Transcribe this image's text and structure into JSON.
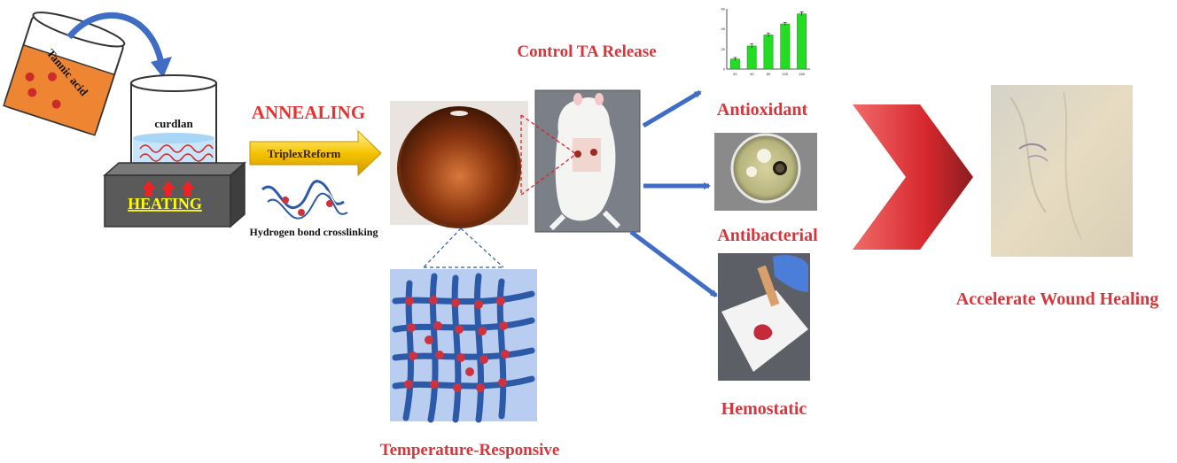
{
  "left_process": {
    "beaker_label": "Tannic acid",
    "container_label": "curdlan",
    "heater_label": "HEATING",
    "step_label": "ANNEALING",
    "arrow_label": "TriplexReform",
    "crosslink_label": "Hydrogen bond crosslinking"
  },
  "center": {
    "network_label": "Temperature-Responsive",
    "release_label": "Control TA Release"
  },
  "effects": {
    "antioxidant": "Antioxidant",
    "antibacterial": "Antibacterial",
    "hemostatic": "Hemostatic"
  },
  "outcome": {
    "label": "Accelerate Wound Healing"
  },
  "colors": {
    "label_red": "#d9353b",
    "annealing_red": "#e8322f",
    "arrow_blue": "#3f6cc4",
    "heater_gray": "#5a5a5a",
    "heating_text": "#ffff00",
    "tannic_orange": "#ee8533",
    "gel_brown": "#8b3a12",
    "network_bg": "#b8cdef",
    "network_strand": "#2d5aa8",
    "node_red": "#cc3340",
    "chevron_red": "#d8292e",
    "bar_green": "#22dd22"
  },
  "icons": [
    "curved-transfer-arrow-icon",
    "heat-arrow-icon",
    "strand-icon",
    "mouse-photo",
    "petri-dish-photo",
    "gauze-photo",
    "healed-skin-photo"
  ],
  "chart_data": {
    "type": "bar",
    "categories": [
      "20",
      "40",
      "60",
      "120",
      "160"
    ],
    "values": [
      10,
      23,
      34,
      45,
      55
    ],
    "errors": [
      1.5,
      2,
      2,
      1.5,
      2
    ],
    "ylim": [
      0,
      60
    ],
    "yticks": [
      "0",
      "20",
      "40",
      "60"
    ],
    "grid": false,
    "bar_color": "#22dd22"
  }
}
